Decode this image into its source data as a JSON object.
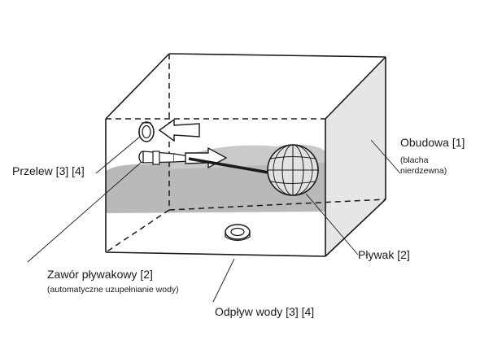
{
  "diagram": {
    "labels": {
      "housing": "Obudowa [1]",
      "housing_note_line1": "(blacha",
      "housing_note_line2": "nierdzewna)",
      "overflow": "Przelew [3] [4]",
      "float": "Pływak [2]",
      "float_valve": "Zawór pływakowy [2]",
      "float_valve_note": "(automatyczne uzupełnianie wody)",
      "drain": "Odpływ wody [3] [4]"
    },
    "colors": {
      "line": "#1a1a1a",
      "water": "#b9b9b9",
      "side_face": "#e6e6e6",
      "background": "#ffffff"
    }
  }
}
